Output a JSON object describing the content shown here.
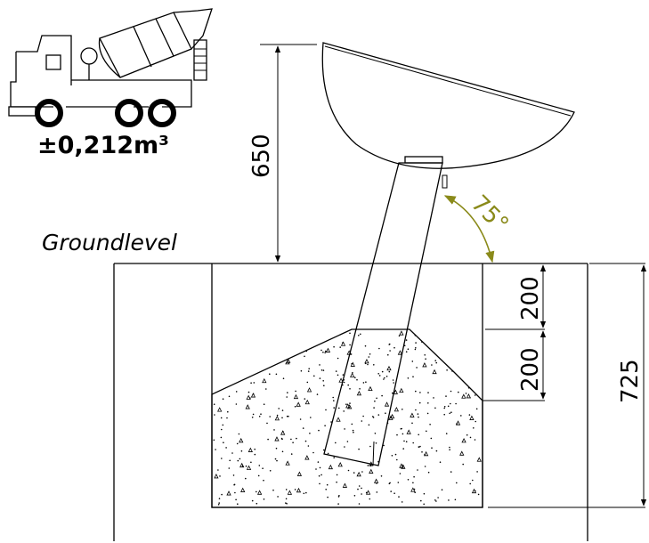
{
  "labels": {
    "ground_level": "Groundlevel",
    "concrete_volume": "±0,212m³",
    "dim_height_above": "650",
    "dim_depth_upper": "200",
    "dim_depth_lower": "200",
    "dim_total_depth": "725",
    "angle": "75°"
  },
  "icons": {
    "truck": "concrete-mixer-truck-icon"
  },
  "colors": {
    "line": "#000000",
    "angle_accent": "#8a8a1a"
  }
}
